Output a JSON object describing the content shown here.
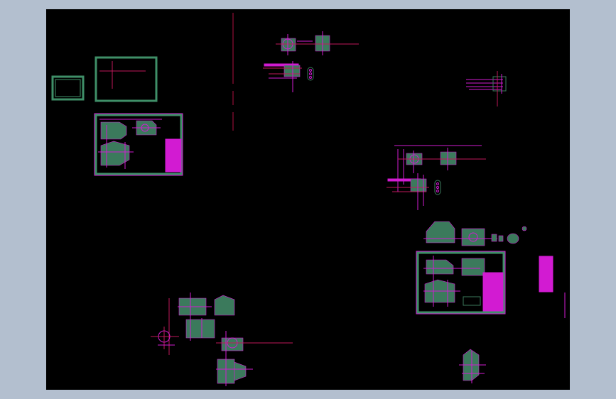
{
  "viewer": {
    "background": "#b3bfcf",
    "canvas_color": "#000000"
  },
  "colors": {
    "frame": "#3f8f68",
    "part": "#3b7a5c",
    "dimension": "#d21bd2",
    "construction": "#c0185a",
    "guide": "#b01040"
  },
  "views": [
    {
      "name": "title-block-small",
      "kind": "frame"
    },
    {
      "name": "title-block-large",
      "kind": "frame"
    },
    {
      "name": "assembly-sheet-left",
      "kind": "sheet"
    },
    {
      "name": "assembly-sheet-right",
      "kind": "sheet"
    },
    {
      "name": "parts-top-center",
      "kind": "parts"
    },
    {
      "name": "parts-mid-right",
      "kind": "parts"
    },
    {
      "name": "parts-bottom-left",
      "kind": "parts"
    },
    {
      "name": "part-bottom-right",
      "kind": "parts"
    },
    {
      "name": "detail-top-right",
      "kind": "detail"
    }
  ]
}
